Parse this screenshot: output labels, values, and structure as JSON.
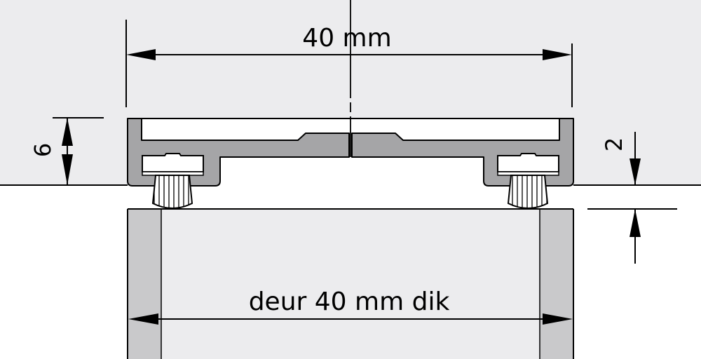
{
  "diagram": {
    "type": "technical-cross-section",
    "subject": "door bottom seal profile with brush strips",
    "colors": {
      "background_panel": "#ececee",
      "profile_fill": "#a5a5a7",
      "door_edge_fill": "#c9c9cb",
      "line": "#000000",
      "white": "#ffffff"
    }
  },
  "dimensions": {
    "top_width": {
      "label": "40 mm"
    },
    "profile_height": {
      "label": "6"
    },
    "gap": {
      "label": "2"
    },
    "door_thickness": {
      "label": "deur 40 mm dik"
    }
  }
}
